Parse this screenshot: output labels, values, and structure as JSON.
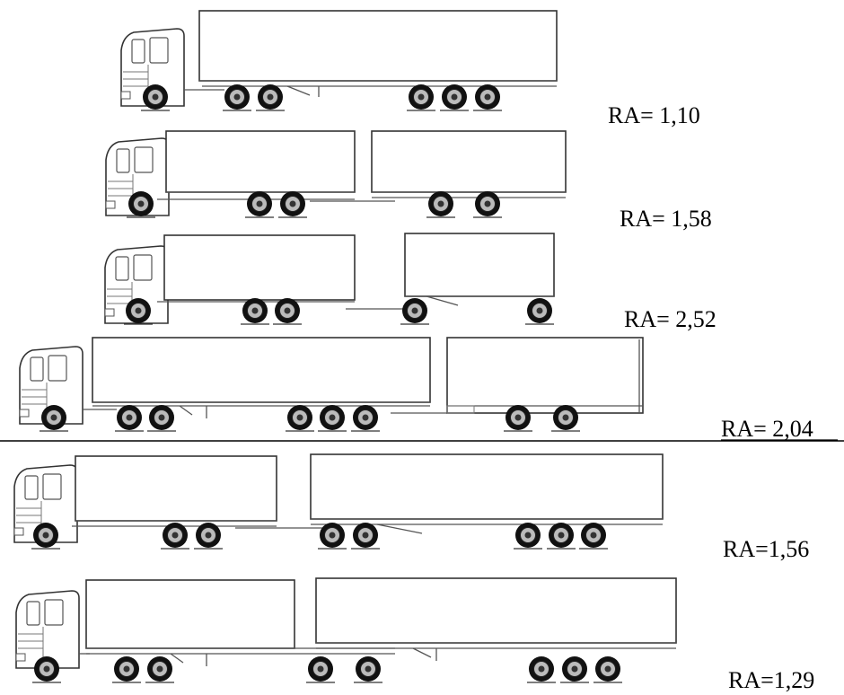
{
  "rows": [
    {
      "config": "tractor-semitrailer",
      "label": "RA= 1,10"
    },
    {
      "config": "truck-centre-axle-trailer",
      "label": "RA= 1,58"
    },
    {
      "config": "truck-full-trailer",
      "label": "RA= 2,52"
    },
    {
      "config": "tractor-semitrailer-centre-axle-trailer",
      "label": "RA= 2,04"
    },
    {
      "config": "truck-dolly-semitrailer",
      "label": "RA=1,56"
    },
    {
      "config": "tractor-link-semitrailer-semitrailer",
      "label": "RA=1,29"
    }
  ],
  "separator": true
}
